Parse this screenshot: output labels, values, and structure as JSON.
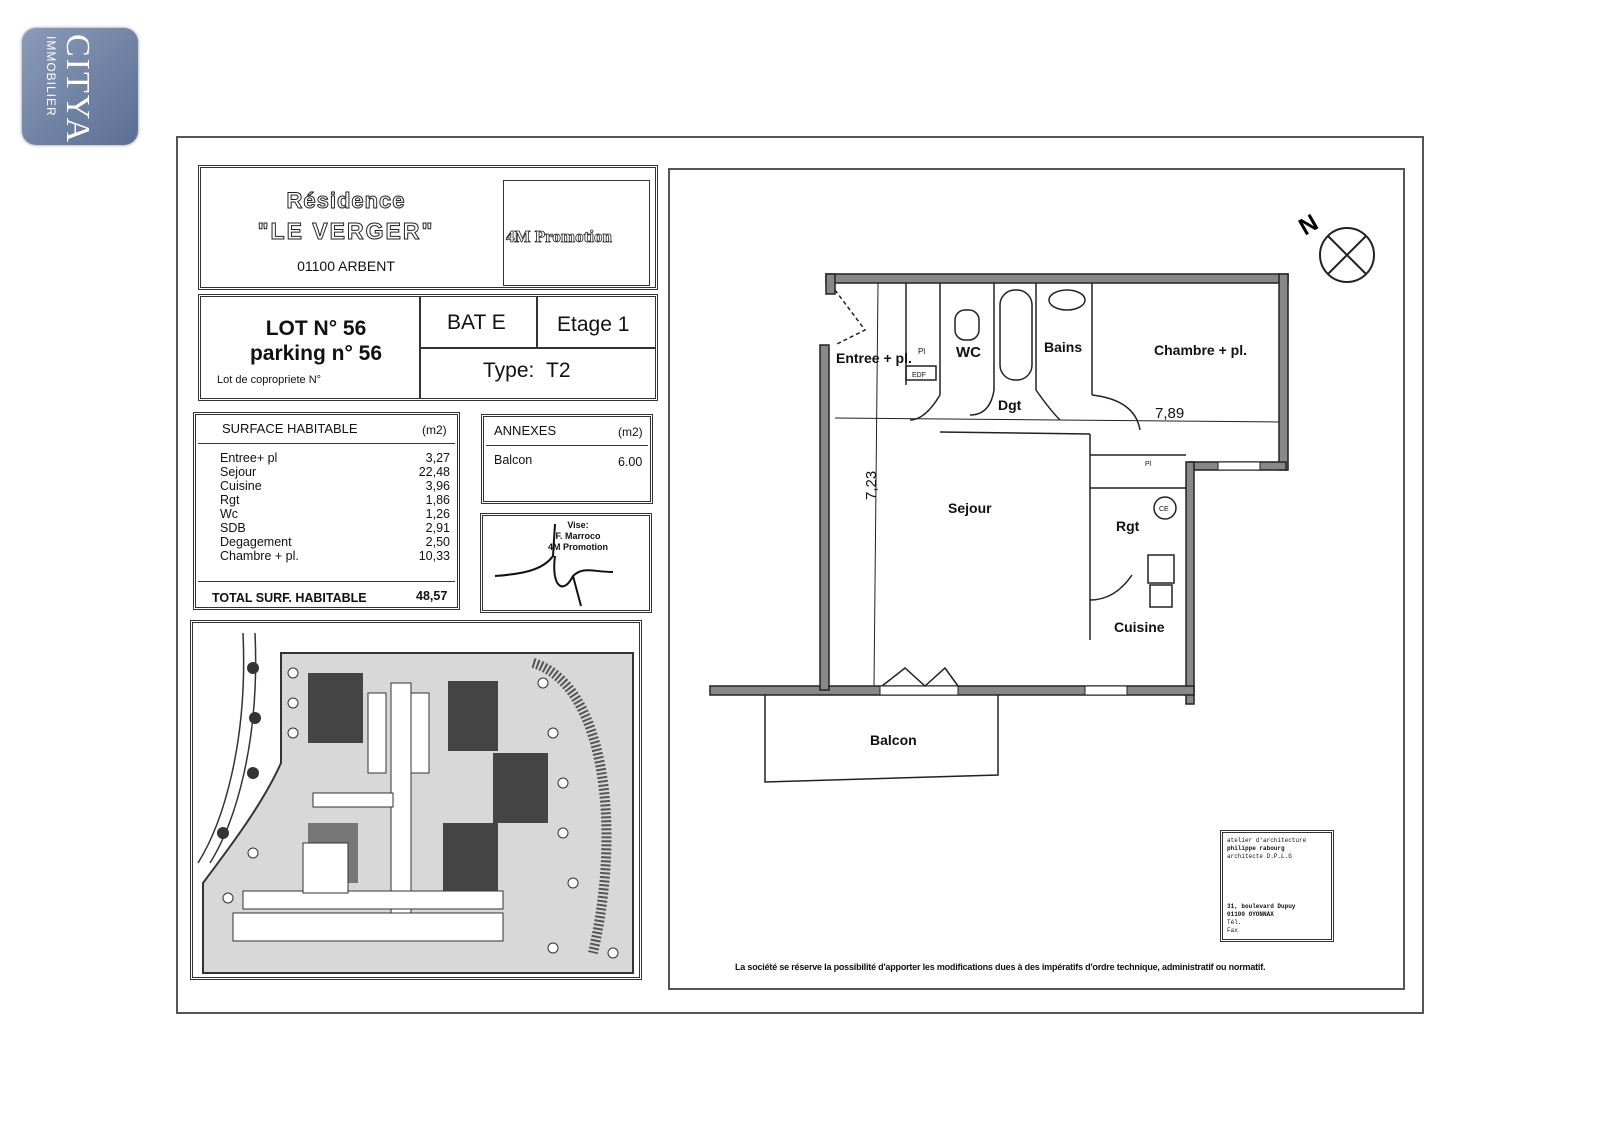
{
  "logo": {
    "brand": "CITYA",
    "sub": "IMMOBILIER"
  },
  "header": {
    "residence": "Résidence",
    "name": "\"LE VERGER\"",
    "address": "01100 ARBENT",
    "promoter_logo": "4M Promotion"
  },
  "lot": {
    "lot_number": "LOT N° 56",
    "parking": "parking n° 56",
    "copro": "Lot de copropriete N°",
    "building": "BAT E",
    "floor": "Etage 1",
    "type_label": "Type:",
    "type_value": "T2"
  },
  "surface": {
    "title": "SURFACE HABITABLE",
    "unit": "(m2)",
    "rows": [
      {
        "label": "Entree+ pl",
        "value": "3,27"
      },
      {
        "label": "Sejour",
        "value": "22,48"
      },
      {
        "label": "Cuisine",
        "value": "3,96"
      },
      {
        "label": "Rgt",
        "value": "1,86"
      },
      {
        "label": "Wc",
        "value": "1,26"
      },
      {
        "label": "SDB",
        "value": "2,91"
      },
      {
        "label": "Degagement",
        "value": "2,50"
      },
      {
        "label": "Chambre + pl.",
        "value": "10,33"
      }
    ],
    "total_label": "TOTAL SURF. HABITABLE",
    "total_value": "48,57"
  },
  "annexes": {
    "title": "ANNEXES",
    "unit": "(m2)",
    "rows": [
      {
        "label": "Balcon",
        "value": "6.00"
      }
    ]
  },
  "signature": {
    "line1": "Vise:",
    "line2": "F. Marroco",
    "line3": "4M Promotion"
  },
  "plan": {
    "north": "N",
    "rooms": {
      "entree": "Entree + pl.",
      "pl": "Pl",
      "edf": "EDF",
      "wc": "WC",
      "bains": "Bains",
      "chambre": "Chambre + pl.",
      "dgt": "Dgt",
      "sejour": "Sejour",
      "rgt": "Rgt",
      "ce": "CE",
      "pl2": "Pl",
      "cuisine": "Cuisine",
      "balcon": "Balcon"
    },
    "dim_width": "7,89",
    "dim_depth": "7,23"
  },
  "architect": {
    "line1": "atelier d'architecture",
    "line2": "philippe rabourg",
    "line3": "architecte D.P.L.G",
    "address1": "31, boulevard Dupuy",
    "address2": "01100 OYONNAX",
    "tel": "Tél.",
    "fax": "Fax"
  },
  "footer": "La société se réserve la possibilité d'apporter les modifications dues à des impératifs d'ordre technique, administratif ou normatif."
}
